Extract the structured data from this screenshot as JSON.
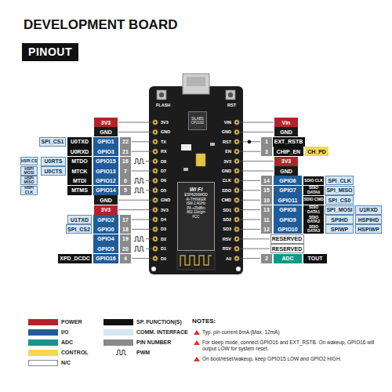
{
  "diagram": {
    "title": "DEVELOPMENT BOARD",
    "nodes": [
      {
        "text": [
          "PINOUT"
        ]
      },
      {
        "text": [
          "3V3"
        ]
      },
      {
        "text": [
          "GND"
        ]
      },
      {
        "text": [
          "SPI_CS1"
        ]
      },
      {
        "text": [
          "U0TXD"
        ]
      },
      {
        "text": [
          "GPIO1"
        ]
      },
      {
        "text": [
          "22"
        ]
      },
      {
        "text": [
          "U0RXD"
        ]
      },
      {
        "text": [
          "GPIO3"
        ]
      },
      {
        "text": [
          "21"
        ]
      },
      {
        "text": [
          "HSPI CS"
        ]
      },
      {
        "text": [
          "U0RTS"
        ]
      },
      {
        "text": [
          "MTDO"
        ]
      },
      {
        "text": [
          "GPIO15"
        ]
      },
      {
        "text": [
          "16"
        ]
      },
      {
        "text": [
          "HSPI MOSI"
        ]
      },
      {
        "text": [
          "U0CTS"
        ]
      },
      {
        "text": [
          "MTCK"
        ]
      },
      {
        "text": [
          "GPIO13"
        ]
      },
      {
        "text": [
          "7"
        ]
      },
      {
        "text": [
          "HSPI MISO"
        ]
      },
      {
        "text": [
          "MTDI"
        ]
      },
      {
        "text": [
          "GPIO12"
        ]
      },
      {
        "text": [
          "6"
        ]
      },
      {
        "text": [
          "HSPI CLK"
        ]
      },
      {
        "text": [
          "MTMS"
        ]
      },
      {
        "text": [
          "GPIO14"
        ]
      },
      {
        "text": [
          "5"
        ]
      },
      {
        "text": [
          "GND"
        ]
      },
      {
        "text": [
          "3V3"
        ]
      },
      {
        "text": [
          "U1TXD"
        ]
      },
      {
        "text": [
          "GPIO2"
        ]
      },
      {
        "text": [
          "17"
        ]
      },
      {
        "text": [
          "SPI_CS2"
        ]
      },
      {
        "text": [
          "GPIO0"
        ]
      },
      {
        "text": [
          "18"
        ]
      },
      {
        "text": [
          "GPIO4"
        ]
      },
      {
        "text": [
          "19"
        ]
      },
      {
        "text": [
          "GPIO5"
        ]
      },
      {
        "text": [
          "20"
        ]
      },
      {
        "text": [
          "XPD_DCDC"
        ]
      },
      {
        "text": [
          "GPIO16"
        ]
      },
      {
        "text": [
          "4"
        ]
      },
      {
        "text": [
          "SILABS CP2102"
        ]
      },
      {
        "text": [
          "Wi Fi",
          "ESP8266MOD",
          "AI-THINKER",
          "ISM 2.4GHz",
          "PA +25dBm",
          "802.11b/g/n",
          "FCC"
        ]
      },
      {
        "text": [
          "Vin"
        ]
      },
      {
        "text": [
          "GND"
        ]
      },
      {
        "text": [
          "1"
        ]
      },
      {
        "text": [
          "EXT_RSTB"
        ]
      },
      {
        "text": [
          "3"
        ]
      },
      {
        "text": [
          "CHIP_EN"
        ]
      },
      {
        "text": [
          "CH_PD"
        ]
      },
      {
        "text": [
          "3V3"
        ]
      },
      {
        "text": [
          "GND"
        ]
      },
      {
        "text": [
          "14"
        ]
      },
      {
        "text": [
          "GPIO6"
        ]
      },
      {
        "text": [
          "SDIO CLK"
        ]
      },
      {
        "text": [
          "SPI_CLK"
        ]
      },
      {
        "text": [
          "15"
        ]
      },
      {
        "text": [
          "GPIO7"
        ]
      },
      {
        "text": [
          "SDIO DATA0"
        ]
      },
      {
        "text": [
          "SPI_MISO"
        ]
      },
      {
        "text": [
          "10"
        ]
      },
      {
        "text": [
          "GPIO11"
        ]
      },
      {
        "text": [
          "SDIO CMD"
        ]
      },
      {
        "text": [
          "SPI_CS0"
        ]
      },
      {
        "text": [
          "13"
        ]
      },
      {
        "text": [
          "GPIO8"
        ]
      },
      {
        "text": [
          "SDIO DATA1"
        ]
      },
      {
        "text": [
          "SPI_MOSI"
        ]
      },
      {
        "text": [
          "U1RXD"
        ]
      },
      {
        "text": [
          "11"
        ]
      },
      {
        "text": [
          "GPIO9"
        ]
      },
      {
        "text": [
          "SDIO DATA2"
        ]
      },
      {
        "text": [
          "SPIHD"
        ]
      },
      {
        "text": [
          "HSPIHD"
        ]
      },
      {
        "text": [
          "12"
        ]
      },
      {
        "text": [
          "GPIO10"
        ]
      },
      {
        "text": [
          "SDIO DATA3"
        ]
      },
      {
        "text": [
          "SPIWP"
        ]
      },
      {
        "text": [
          "HSPIWP"
        ]
      },
      {
        "text": [
          "RESERVED"
        ]
      },
      {
        "text": [
          "RESERVED"
        ]
      },
      {
        "text": [
          "2"
        ]
      },
      {
        "text": [
          "ADC"
        ]
      },
      {
        "text": [
          "TOUT"
        ]
      }
    ],
    "labels": [
      "FLASH",
      "RST",
      "3V3",
      "GND",
      "TX",
      "RX",
      "D8",
      "D7",
      "D6",
      "D5",
      "GND",
      "3V3",
      "D4",
      "D3",
      "D2",
      "D1",
      "D0",
      "VIN",
      "GND",
      "RST",
      "EN",
      "3V3",
      "GND",
      "CLK",
      "SDO",
      "CMD",
      "SD1",
      "SD2",
      "SD3",
      "RSV",
      "RSV",
      "A0",
      "NOTES:",
      "Typ. pin current 6mA (Max. 12mA)",
      "For sleep mode, connect GPIO16 and EXT_RSTB. On wakeup, GPIO16 will output LOW for system reset.",
      "On boot/reset/wakeup, keep GPIO15 LOW and GPIO2 HIGH."
    ],
    "legend": [
      {
        "text": "POWER",
        "color": "#b3232a"
      },
      {
        "text": "I/O",
        "color": "#1f5c99"
      },
      {
        "text": "ADC",
        "color": "#1a9488"
      },
      {
        "text": "CONTROL",
        "color": "#f2d94e"
      },
      {
        "text": "N/C",
        "color": "#ffffff"
      },
      {
        "text": "SP. FUNCTION(S)",
        "color": "#111111"
      },
      {
        "text": "COMM. INTERFACE",
        "color": "#d6e6f2"
      },
      {
        "text": "PIN NUMBER",
        "color": "#8a8a8a"
      },
      {
        "text": "PWM"
      }
    ]
  }
}
